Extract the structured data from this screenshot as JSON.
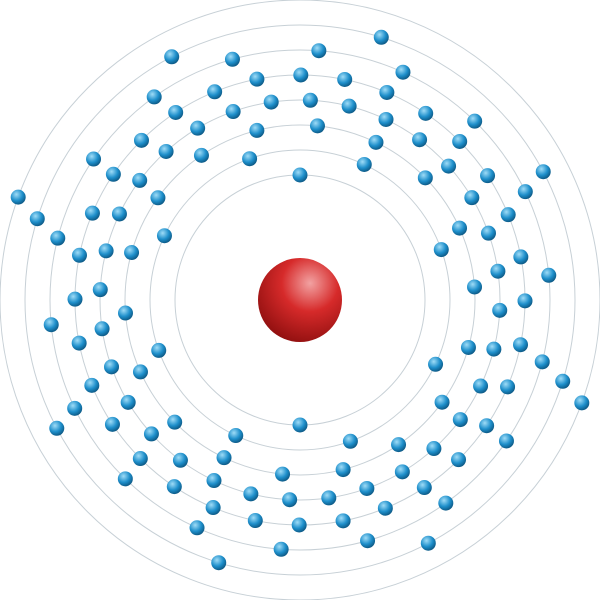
{
  "diagram": {
    "type": "bohr-model",
    "electrons_per_shell": [
      2,
      8,
      18,
      32,
      32,
      18,
      8,
      2
    ],
    "colors": {
      "background": "#ffffff",
      "orbit": "#c7d0d6",
      "nucleus_light": "#f2a2a2",
      "nucleus_mid": "#d62a2a",
      "nucleus_dark": "#8f0f0f",
      "electron_light": "#9fdcf7",
      "electron_mid": "#1e8fcb",
      "electron_dark": "#0a4f78"
    }
  }
}
